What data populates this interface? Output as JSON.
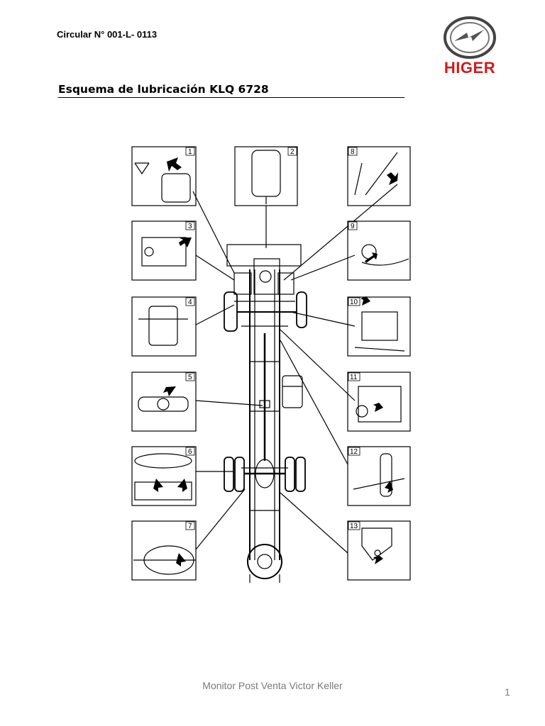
{
  "header": {
    "circular": "Circular N° 001-L- 0113",
    "brand": "HIGER"
  },
  "title": "Esquema de lubricación KLQ 6728",
  "diagram": {
    "panels": [
      {
        "number": "1"
      },
      {
        "number": "2"
      },
      {
        "number": "3"
      },
      {
        "number": "4"
      },
      {
        "number": "5"
      },
      {
        "number": "6"
      },
      {
        "number": "7"
      },
      {
        "number": "8"
      },
      {
        "number": "9"
      },
      {
        "number": "10"
      },
      {
        "number": "11"
      },
      {
        "number": "12"
      },
      {
        "number": "13"
      }
    ]
  },
  "footer": {
    "text": "Monitor Post Venta Victor Keller",
    "page_number": "1"
  },
  "colors": {
    "brand_red": "#d11a1a",
    "footer_gray": "#7a7a7a"
  }
}
